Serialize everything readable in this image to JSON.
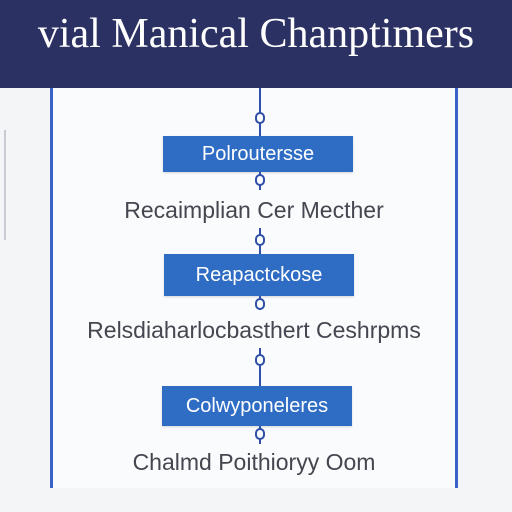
{
  "header": {
    "title": "vial Manical Chanptimers"
  },
  "steps": [
    {
      "box_label": "Polroutersse",
      "caption": "Recaimplian Cer Mecther"
    },
    {
      "box_label": "Reapactckose",
      "caption": "Relsdiaharlocbasthert Ceshrpms"
    },
    {
      "box_label": "Colwyponeleres",
      "caption": "Chalmd Poithioryy Oom"
    }
  ],
  "colors": {
    "header_bg": "#2c3163",
    "box_bg": "#2f6dc5",
    "rail": "#3a61c7"
  }
}
